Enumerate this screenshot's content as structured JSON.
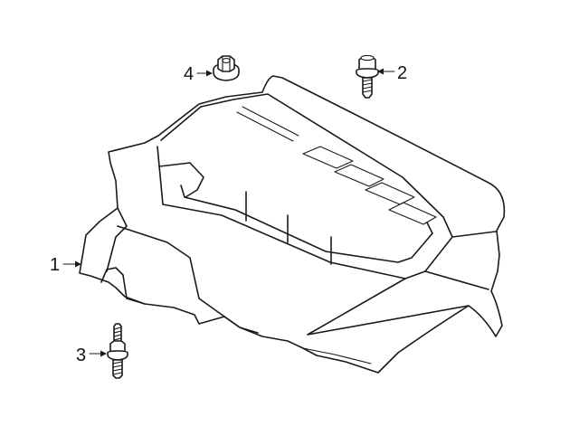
{
  "callouts": [
    {
      "number": "1",
      "part": "engine-cover"
    },
    {
      "number": "2",
      "part": "bolt"
    },
    {
      "number": "3",
      "part": "stud"
    },
    {
      "number": "4",
      "part": "nut"
    }
  ]
}
